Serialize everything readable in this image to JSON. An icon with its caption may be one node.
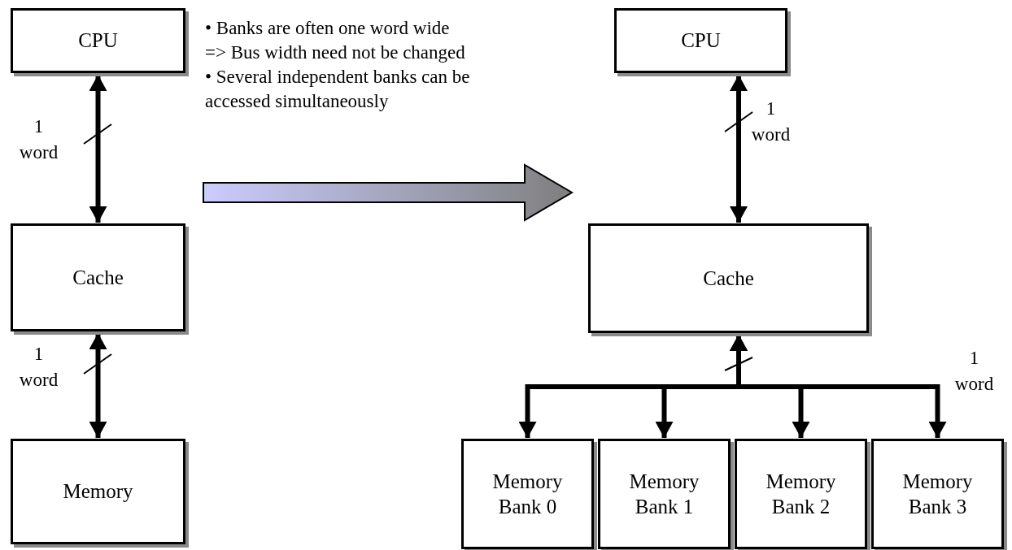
{
  "diagram": {
    "nodes": [
      {
        "text": [
          "CPU"
        ]
      },
      {
        "text": [
          "Cache"
        ]
      },
      {
        "text": [
          "Memory"
        ]
      },
      {
        "text": [
          "CPU"
        ]
      },
      {
        "text": [
          "Cache"
        ]
      },
      {
        "text": [
          "Memory Bank 0"
        ]
      },
      {
        "text": [
          "Memory Bank 1"
        ]
      },
      {
        "text": [
          "Memory Bank 2"
        ]
      },
      {
        "text": [
          "Memory Bank 3"
        ]
      }
    ],
    "edges": [
      {
        "from": 0,
        "to": 1,
        "arrow": "both",
        "label": "1 word"
      },
      {
        "from": 1,
        "to": 2,
        "arrow": "both",
        "label": "1 word"
      },
      {
        "from": 3,
        "to": 4,
        "arrow": "both",
        "label": "1 word"
      },
      {
        "from": 4,
        "to": 5,
        "arrow": "both"
      },
      {
        "from": 4,
        "to": 6,
        "arrow": "both"
      },
      {
        "from": 4,
        "to": 7,
        "arrow": "both"
      },
      {
        "from": 4,
        "to": 8,
        "arrow": "both"
      }
    ],
    "labels": [
      "• Banks are often one word wide",
      "=> Bus width need not be changed",
      "• Several independent banks can be accessed simultaneously",
      "1 word"
    ]
  }
}
